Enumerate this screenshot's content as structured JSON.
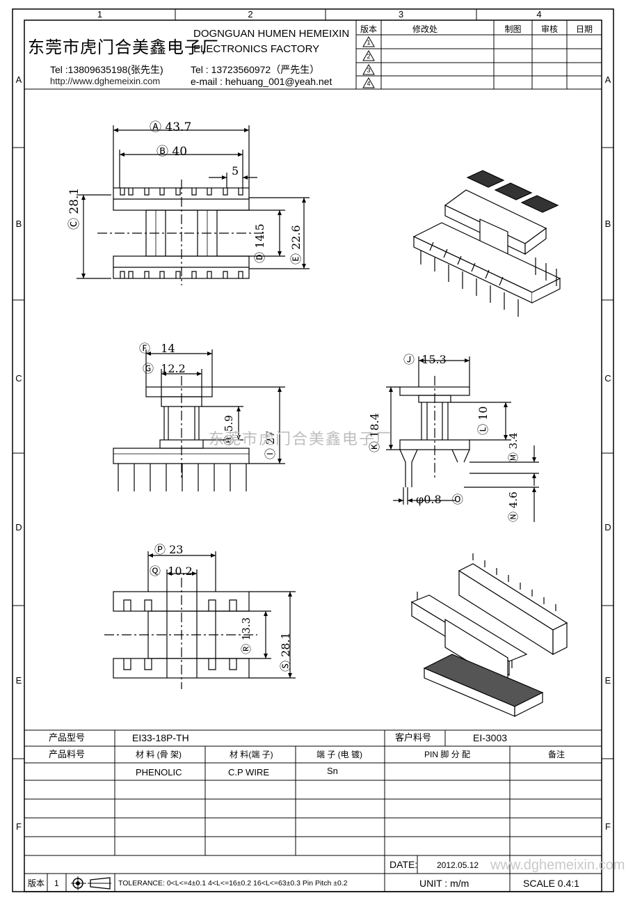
{
  "zones": {
    "top": [
      "1",
      "2",
      "3",
      "4"
    ],
    "side": [
      "A",
      "B",
      "C",
      "D",
      "E",
      "F"
    ]
  },
  "header": {
    "company_cn": "东莞市虎门合美鑫电子厂",
    "company_en_1": "DOGNGUAN HUMEN HEMEIXIN",
    "company_en_2": "ELECTRONICS FACTORY",
    "tel_1": "Tel :13809635198(张先生)",
    "url": "http://www.dghemeixin.com",
    "tel_2": "Tel : 13723560972（严先生）",
    "email": "e-mail : hehuang_001@yeah.net"
  },
  "revision_table": {
    "headers": [
      "版本",
      "修改处",
      "制图",
      "审核",
      "日期"
    ],
    "rows": [
      "1",
      "2",
      "3",
      "4"
    ]
  },
  "dimensions": {
    "A": "43.7",
    "B": "40",
    "top_pitch": "5",
    "C": "28.1",
    "D": "14.5",
    "E": "22.6",
    "F": "14",
    "G": "12.2",
    "H": "5.9",
    "I": "27",
    "J": "15.3",
    "K": "18.4",
    "L": "10",
    "M": "3.4",
    "N": "4.6",
    "O": "φ0.8",
    "P": "23",
    "Q": "10.2",
    "R": "13.3",
    "S": "28.1"
  },
  "watermark": "东莞市虎门合美鑫电子厂",
  "watermark_url": "www.dghemeixin.com",
  "bottom_table": {
    "model_label": "产品型号",
    "model_value": "EI33-18P-TH",
    "customer_label": "客户料号",
    "customer_value": "EI-3003",
    "part_label": "产品料号",
    "col_material_frame": "材 料 (骨 架)",
    "col_material_terminal": "材 料(端 子)",
    "col_terminal_plating": "端 子 (电 镀)",
    "col_pin": "PIN 脚 分 配",
    "col_note": "备注",
    "material_frame": "PHENOLIC",
    "material_terminal": "C.P WIRE",
    "plating": "Sn",
    "date_label": "DATE:",
    "date_value": "2012.05.12",
    "ver_label": "版本",
    "ver_value": "1",
    "tolerance": "TOLERANCE:  0<L<=4±0.1  4<L<=16±0.2  16<L<=63±0.3  Pin Pitch  ±0.2",
    "unit": "UNIT : m/m",
    "scale": "SCALE  0.4:1"
  }
}
